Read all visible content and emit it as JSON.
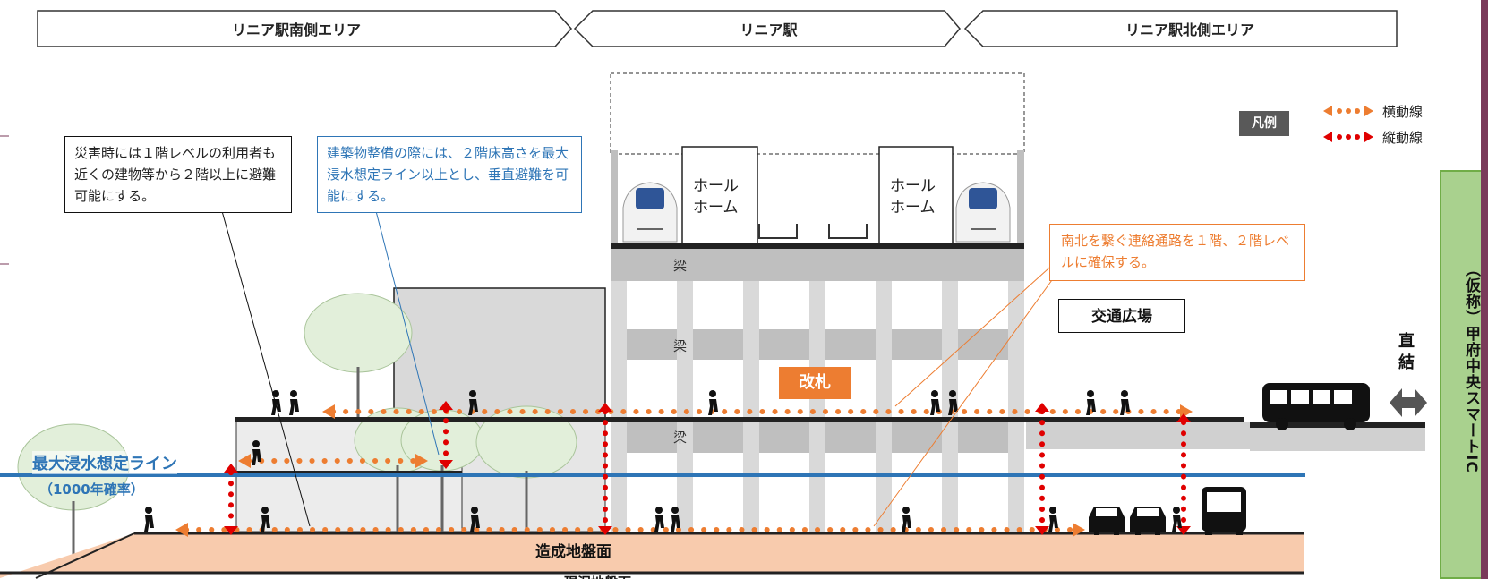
{
  "banners": {
    "south": "リニア駅南側エリア",
    "station": "リニア駅",
    "north": "リニア駅北側エリア"
  },
  "legend": {
    "title": "凡例",
    "horizontal": "横動線",
    "vertical": "縦動線",
    "horizontal_color": "#ed7d31",
    "vertical_color": "#e00000"
  },
  "callouts": {
    "disaster": "災害時には１階レベルの利用者も近くの建物等から２階以上に避難可能にする。",
    "building": "建築物整備の際には、２階床高さを最大浸水想定ライン以上とし、垂直避難を可能にする。",
    "passage": "南北を繋ぐ連絡通路を１階、２階レベルに確保する。"
  },
  "station": {
    "hall1": "ホールホーム",
    "hall2": "ホールホーム",
    "beam": "梁",
    "gate": "改札"
  },
  "labels": {
    "plaza": "交通広場",
    "direct": "直結",
    "flood_line": "最大浸水想定ライン",
    "flood_prob": "（1000年確率）",
    "ground": "造成地盤面",
    "existing_ground": "現況地盤面"
  },
  "side_panel": "（仮称）甲府中央スマートIC",
  "colors": {
    "ground_fill": "#f8cbad",
    "flood_line": "#2e75b6",
    "side_panel": "#a9d18e",
    "gate_box": "#ed7d31",
    "callout_blue": "#2e75b6",
    "callout_orange": "#ed7d31"
  }
}
